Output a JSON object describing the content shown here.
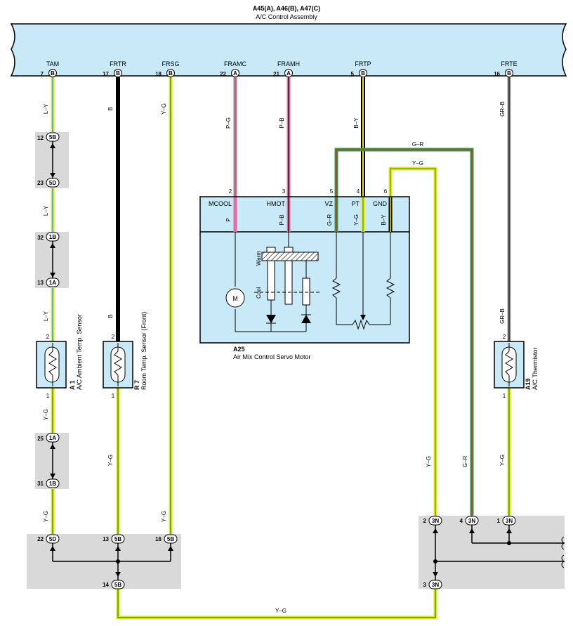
{
  "header": {
    "connectors": "A45(A), A46(B), A47(C)",
    "assembly": "A/C Control Assembly"
  },
  "assembly_pins": [
    {
      "name": "TAM",
      "num": "7",
      "conn": "B"
    },
    {
      "name": "FRTR",
      "num": "17",
      "conn": "B"
    },
    {
      "name": "FRSG",
      "num": "18",
      "conn": "B"
    },
    {
      "name": "FRAMC",
      "num": "22",
      "conn": "A"
    },
    {
      "name": "FRAMH",
      "num": "21",
      "conn": "A"
    },
    {
      "name": "FRTP",
      "num": "5",
      "conn": "B"
    },
    {
      "name": "FRTE",
      "num": "16",
      "conn": "B"
    }
  ],
  "wire_colors": {
    "tam": "L–Y",
    "frtr": "B",
    "frsg": "Y–G",
    "framc": "P–G",
    "framh": "P–B",
    "frtp": "B–Y",
    "frte": "GR–B",
    "g_r": "G–R",
    "y_g": "Y–G",
    "a1_out": "Y–G",
    "r7_out": "Y–G",
    "a19_out": "Y–G",
    "bottom": "Y–G"
  },
  "junctions_left": [
    {
      "top_num": "12",
      "top_conn": "5B",
      "bottom_num": "23",
      "bottom_conn": "5D"
    },
    {
      "top_num": "32",
      "top_conn": "1B",
      "bottom_num": "13",
      "bottom_conn": "1A"
    },
    {
      "top_num": "25",
      "top_conn": "1A",
      "bottom_num": "31",
      "bottom_conn": "1B"
    }
  ],
  "ground_left": {
    "pins": [
      {
        "num": "22",
        "conn": "5D"
      },
      {
        "num": "13",
        "conn": "5B"
      },
      {
        "num": "16",
        "conn": "5B"
      }
    ],
    "out": {
      "num": "14",
      "conn": "5B"
    }
  },
  "ground_right": {
    "pins": [
      {
        "num": "2",
        "conn": "3N"
      },
      {
        "num": "4",
        "conn": "3N"
      },
      {
        "num": "1",
        "conn": "3N"
      }
    ],
    "out": {
      "num": "3",
      "conn": "3N"
    }
  },
  "sensors": {
    "a1": {
      "id": "A 1",
      "name": "A/C Ambient Temp. Sensor",
      "pin_top": "2",
      "pin_bottom": "1"
    },
    "r7": {
      "id": "R 7",
      "name": "Room Temp. Sensor (Front)",
      "pin_top": "2",
      "pin_bottom": "1"
    },
    "a19": {
      "id": "A19",
      "name": "A/C Thermistor",
      "pin_top": "2",
      "pin_bottom": "1"
    }
  },
  "servo": {
    "id": "A25",
    "name": "Air Mix Control Servo Motor",
    "pins": [
      {
        "name": "MCOOL",
        "num": "2",
        "color": "P"
      },
      {
        "name": "HMOT",
        "num": "3",
        "color": "P–B"
      },
      {
        "name": "VZ",
        "num": "5",
        "color": "G–R"
      },
      {
        "name": "PT",
        "num": "4",
        "color": "Y–G"
      },
      {
        "name": "GND",
        "num": "6",
        "color": "B–Y"
      }
    ],
    "motor": "M",
    "warm": "Warm",
    "cool": "Cool"
  },
  "colors": {
    "assembly_fill": "#c8e9f8",
    "servo_fill": "#c8e9f8",
    "junction_fill": "#d9d9d9",
    "blue": "#4bb4e6",
    "yellow": "#f0e600",
    "green": "#2e9e4a",
    "pink": "#e66ba0",
    "gray": "#9a9a9a"
  }
}
